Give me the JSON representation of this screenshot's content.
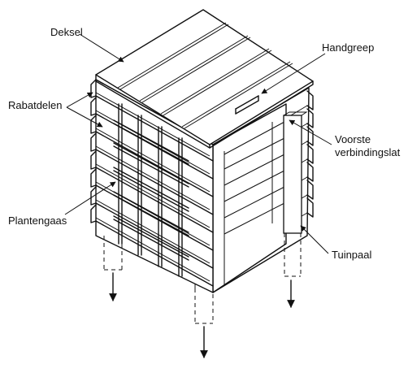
{
  "labels": {
    "deksel": "Deksel",
    "handgreep": "Handgreep",
    "rabatdelen": "Rabatdelen",
    "voorste_line1": "Voorste",
    "voorste_line2": "verbindingslat",
    "plantengaas": "Plantengaas",
    "tuinpaal": "Tuinpaal"
  }
}
